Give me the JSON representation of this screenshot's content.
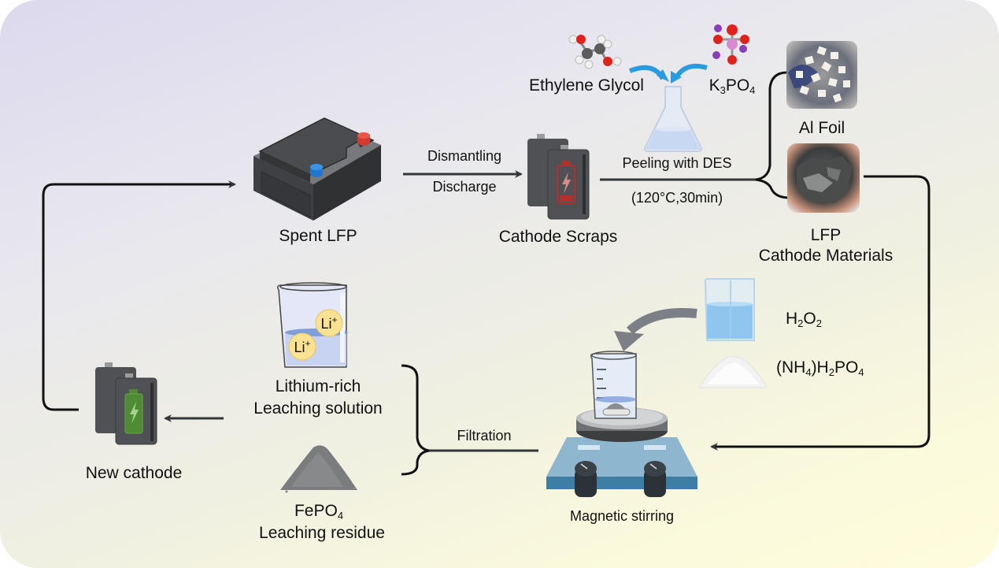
{
  "diagram": {
    "title": "",
    "nodes": {
      "spent_lfp": {
        "label": "Spent LFP"
      },
      "cathode_scraps": {
        "label": "Cathode Scraps"
      },
      "ethylene_glycol": {
        "label": "Ethylene Glycol"
      },
      "k3po4": {
        "label_parts": [
          "K",
          "3",
          "PO",
          "4"
        ]
      },
      "peeling": {
        "label": "Peeling with DES",
        "condition": "(120°C,30min)"
      },
      "al_foil": {
        "label": "Al Foil"
      },
      "lfp_cathode": {
        "label_line1": "LFP",
        "label_line2": "Cathode Materials"
      },
      "h2o2": {
        "label_parts": [
          "H",
          "2",
          "O",
          "2"
        ]
      },
      "nh4h2po4": {
        "label_parts": [
          "(NH",
          "4",
          ")H",
          "2",
          "PO",
          "4"
        ]
      },
      "magnetic_stirring": {
        "label": "Magnetic stirring"
      },
      "lithium_solution": {
        "label_line1": "Lithium-rich",
        "label_line2": "Leaching solution",
        "ion_label": "Li",
        "ion_charge": "+"
      },
      "fepo4": {
        "label_parts": [
          "FePO",
          "4"
        ],
        "label_line2": "Leaching residue"
      },
      "new_cathode": {
        "label": "New cathode"
      }
    },
    "edges": {
      "dismantling": {
        "top": "Dismantling",
        "bottom": "Discharge"
      },
      "filtration": {
        "label": "Filtration"
      }
    },
    "colors": {
      "bg_start": "#dcd9ee",
      "bg_end": "#fefcdc",
      "arrow": "#333638",
      "blue_arrow": "#2a9be0",
      "gray_arrow": "#7d7f86",
      "battery_dark": "#4f5154",
      "spent_indicator": "#b5302d",
      "new_indicator": "#4f8a35",
      "terminal_red": "#d43a2f",
      "terminal_blue": "#1f77d0"
    }
  }
}
